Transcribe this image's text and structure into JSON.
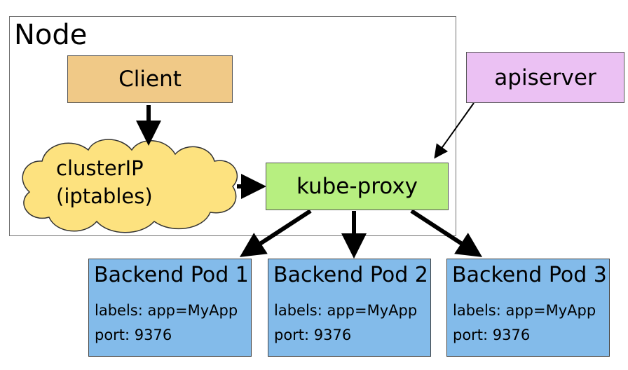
{
  "node": {
    "label": "Node"
  },
  "client": {
    "label": "Client"
  },
  "cluster_ip": {
    "line1": "clusterIP",
    "line2": "(iptables)"
  },
  "kube_proxy": {
    "label": "kube-proxy"
  },
  "apiserver": {
    "label": "apiserver"
  },
  "pods": [
    {
      "title": "Backend Pod 1",
      "labels": "labels: app=MyApp",
      "port": "port: 9376"
    },
    {
      "title": "Backend Pod 2",
      "labels": "labels: app=MyApp",
      "port": "port: 9376"
    },
    {
      "title": "Backend Pod 3",
      "labels": "labels: app=MyApp",
      "port": "port: 9376"
    }
  ],
  "colors": {
    "client": "#f0c987",
    "cloud": "#fde27f",
    "kube_proxy": "#b7ef80",
    "apiserver": "#ebc1f3",
    "pod": "#83bbea"
  }
}
